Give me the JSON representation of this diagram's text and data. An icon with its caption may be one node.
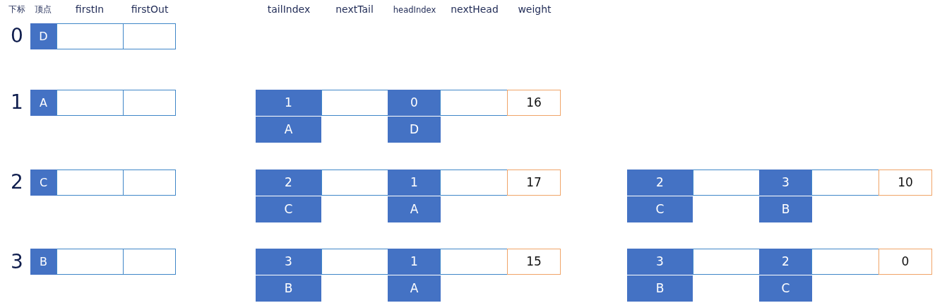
{
  "diagram": {
    "nodes": [
      {
        "text": [
          "D"
        ]
      },
      {
        "text": [],
        "shape": "box"
      },
      {
        "text": [],
        "shape": "box"
      },
      {
        "text": [
          "A"
        ]
      },
      {
        "text": [],
        "shape": "box"
      },
      {
        "text": [],
        "shape": "box"
      },
      {
        "text": [
          "1"
        ]
      },
      {
        "text": [],
        "shape": "box"
      },
      {
        "text": [
          "0"
        ]
      },
      {
        "text": [],
        "shape": "box"
      },
      {
        "text": [
          "16"
        ]
      },
      {
        "text": [
          "A"
        ]
      },
      {
        "text": [
          "D"
        ]
      },
      {
        "text": [
          "C"
        ]
      },
      {
        "text": [],
        "shape": "box"
      },
      {
        "text": [],
        "shape": "box"
      },
      {
        "text": [
          "2"
        ]
      },
      {
        "text": [],
        "shape": "box"
      },
      {
        "text": [
          "1"
        ]
      },
      {
        "text": [],
        "shape": "box"
      },
      {
        "text": [
          "17"
        ]
      },
      {
        "text": [
          "2"
        ]
      },
      {
        "text": [],
        "shape": "box"
      },
      {
        "text": [
          "3"
        ]
      },
      {
        "text": [],
        "shape": "box"
      },
      {
        "text": [
          "10"
        ]
      },
      {
        "text": [
          "C"
        ]
      },
      {
        "text": [
          "A"
        ]
      },
      {
        "text": [
          "C"
        ]
      },
      {
        "text": [
          "B"
        ]
      },
      {
        "text": [
          "B"
        ]
      },
      {
        "text": [],
        "shape": "box"
      },
      {
        "text": [],
        "shape": "box"
      },
      {
        "text": [
          "3"
        ]
      },
      {
        "text": [],
        "shape": "box"
      },
      {
        "text": [
          "1"
        ]
      },
      {
        "text": [],
        "shape": "box"
      },
      {
        "text": [
          "15"
        ]
      },
      {
        "text": [
          "3"
        ]
      },
      {
        "text": [],
        "shape": "box"
      },
      {
        "text": [
          "2"
        ]
      },
      {
        "text": [],
        "shape": "box"
      },
      {
        "text": [
          "0"
        ]
      },
      {
        "text": [
          "B"
        ]
      },
      {
        "text": [
          "A"
        ]
      },
      {
        "text": [
          "B"
        ]
      },
      {
        "text": [
          "C"
        ]
      }
    ],
    "labels": [
      "下标",
      "顶点",
      "firstIn",
      "firstOut",
      "tailIndex",
      "nextTail",
      "headIndex",
      "nextHead",
      "weight",
      "0",
      "1",
      "2",
      "3"
    ]
  }
}
